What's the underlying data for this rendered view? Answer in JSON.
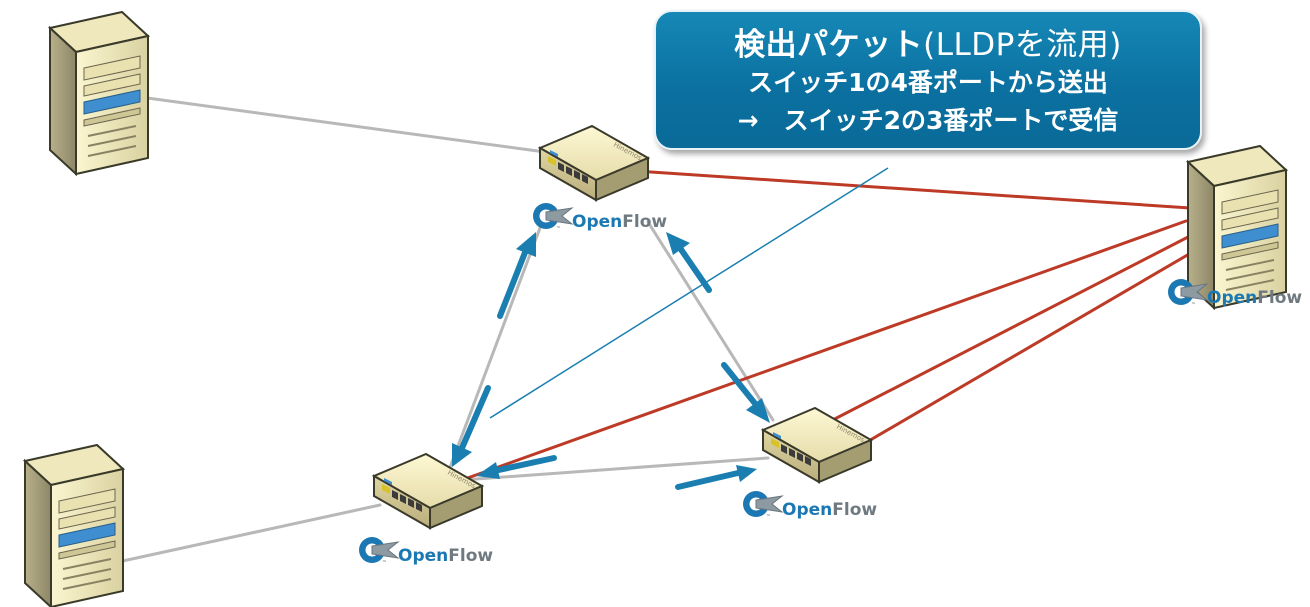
{
  "callout": {
    "title_main": "検出パケット",
    "title_paren": "(LLDPを流用)",
    "line2": "スイッチ1の4番ポートから送出",
    "line3": "→　スイッチ2の3番ポートで受信"
  },
  "logo": {
    "open": "Open",
    "flow": "Flow",
    "tm": "™"
  },
  "switch_brand": "Hinemos",
  "colors": {
    "gray_link": "#b8b8b8",
    "red_link": "#bd3a26",
    "arrow": "#1a7fb0",
    "callout_bg": "#0b71a1",
    "logo_blue": "#1c78b2"
  }
}
